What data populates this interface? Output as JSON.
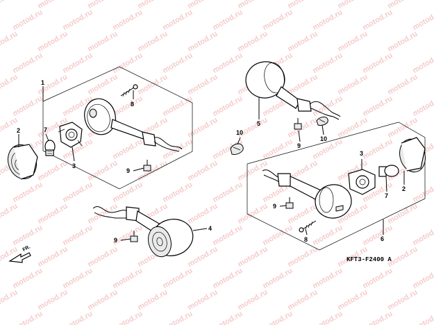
{
  "watermark": {
    "text": "motod.ru",
    "color": "#eca0a0"
  },
  "diagram_code": "KFT3-F2400 A",
  "front_indicator": "FR.",
  "callouts": {
    "c1": "1",
    "c2a": "2",
    "c2b": "2",
    "c3a": "3",
    "c3b": "3",
    "c4": "4",
    "c5": "5",
    "c6": "6",
    "c7a": "7",
    "c7b": "7",
    "c8a": "8",
    "c8b": "8",
    "c9a": "9",
    "c9b": "9",
    "c9c": "9",
    "c9d": "9",
    "c10a": "10",
    "c10b": "10"
  }
}
